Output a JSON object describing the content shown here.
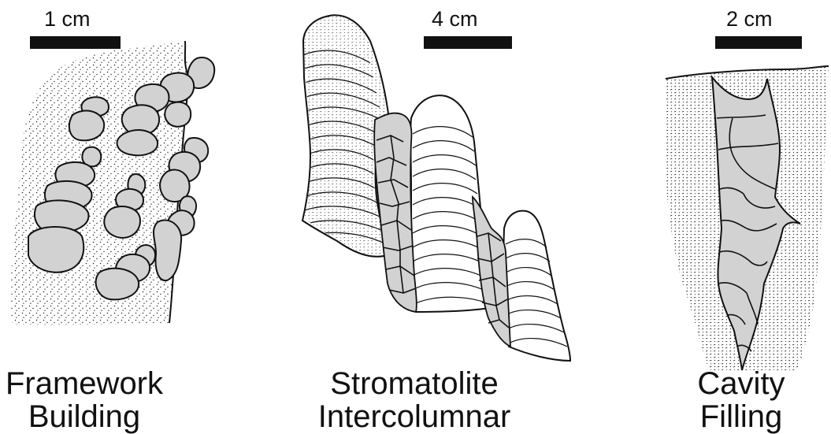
{
  "panels": [
    {
      "scale_label": "1 cm",
      "caption_line1": "Framework",
      "caption_line2": "Building"
    },
    {
      "scale_label": "4 cm",
      "caption_line1": "Stromatolite",
      "caption_line2": "Intercolumnar"
    },
    {
      "scale_label": "2 cm",
      "caption_line1": "Cavity",
      "caption_line2": "Filling"
    }
  ],
  "colors": {
    "ink": "#111111",
    "clast_fill": "#d2d2d2",
    "background": "#ffffff"
  }
}
